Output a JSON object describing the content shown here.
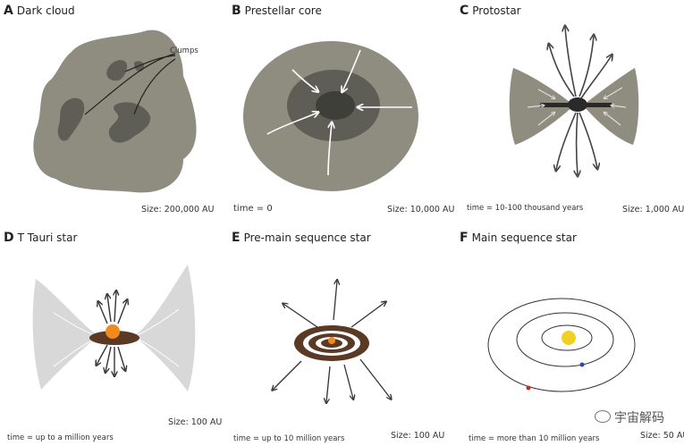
{
  "panels": {
    "a": {
      "letter": "A",
      "title": "Dark cloud",
      "label": "Clumps",
      "size": "Size: 200,000 AU",
      "time": ""
    },
    "b": {
      "letter": "B",
      "title": "Prestellar core",
      "size": "Size: 10,000 AU",
      "time": "time = 0"
    },
    "c": {
      "letter": "C",
      "title": "Protostar",
      "size": "Size: 1,000 AU",
      "time": "time = 10-100 thousand years"
    },
    "d": {
      "letter": "D",
      "title": "T Tauri star",
      "size": "Size: 100 AU",
      "time": "time = up to a million years"
    },
    "e": {
      "letter": "E",
      "title": "Pre-main sequence star",
      "size": "Size: 100 AU",
      "time": "time = up to 10 million years"
    },
    "f": {
      "letter": "F",
      "title": "Main sequence star",
      "size": "Size: 50 AU",
      "time": "time = more than 10 million years"
    }
  },
  "watermark": "宇宙解码",
  "colors": {
    "cloud_gray": "#8f8d80",
    "dark_gray": "#5f5e56",
    "core_dark": "#3f3f3a",
    "outflow_light": "#d8d8d8",
    "disk_brown": "#5a3a24",
    "star_orange": "#f08a1c",
    "sun_yellow": "#f0d020",
    "planet_blue": "#2a4aa8",
    "planet_red": "#c03020"
  }
}
